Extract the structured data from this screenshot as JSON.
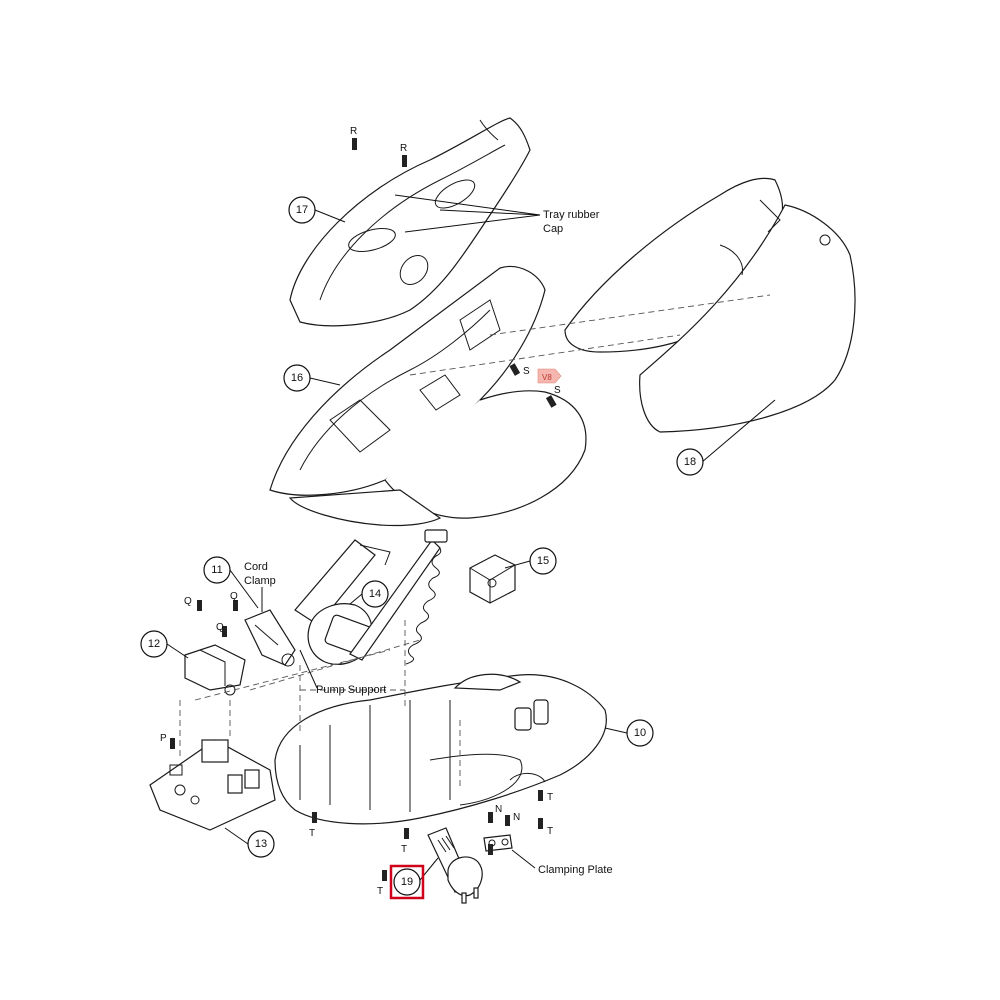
{
  "callouts": [
    "17",
    "16",
    "18",
    "11",
    "14",
    "15",
    "12",
    "10",
    "13",
    "19"
  ],
  "labels": {
    "tray_rubber_cap_1": "Tray rubber",
    "tray_rubber_cap_2": "Cap",
    "cord_clamp_1": "Cord",
    "cord_clamp_2": "Clamp",
    "pump_support": "Pump Support",
    "clamping_plate": "Clamping Plate"
  },
  "screw_letters": {
    "r1": "R",
    "r2": "R",
    "s1": "S",
    "s2": "S",
    "q1": "Q",
    "q2": "Q",
    "q3": "Q",
    "p1": "P",
    "t1": "T",
    "t2": "T",
    "t3": "T",
    "t4": "T",
    "t5": "T",
    "n1": "N",
    "n2": "N"
  },
  "highlight_tag": "V8",
  "colors": {
    "highlight_box": "#d0021b",
    "tag_fill": "#f4b6ae",
    "tag_text": "#c0392b"
  }
}
